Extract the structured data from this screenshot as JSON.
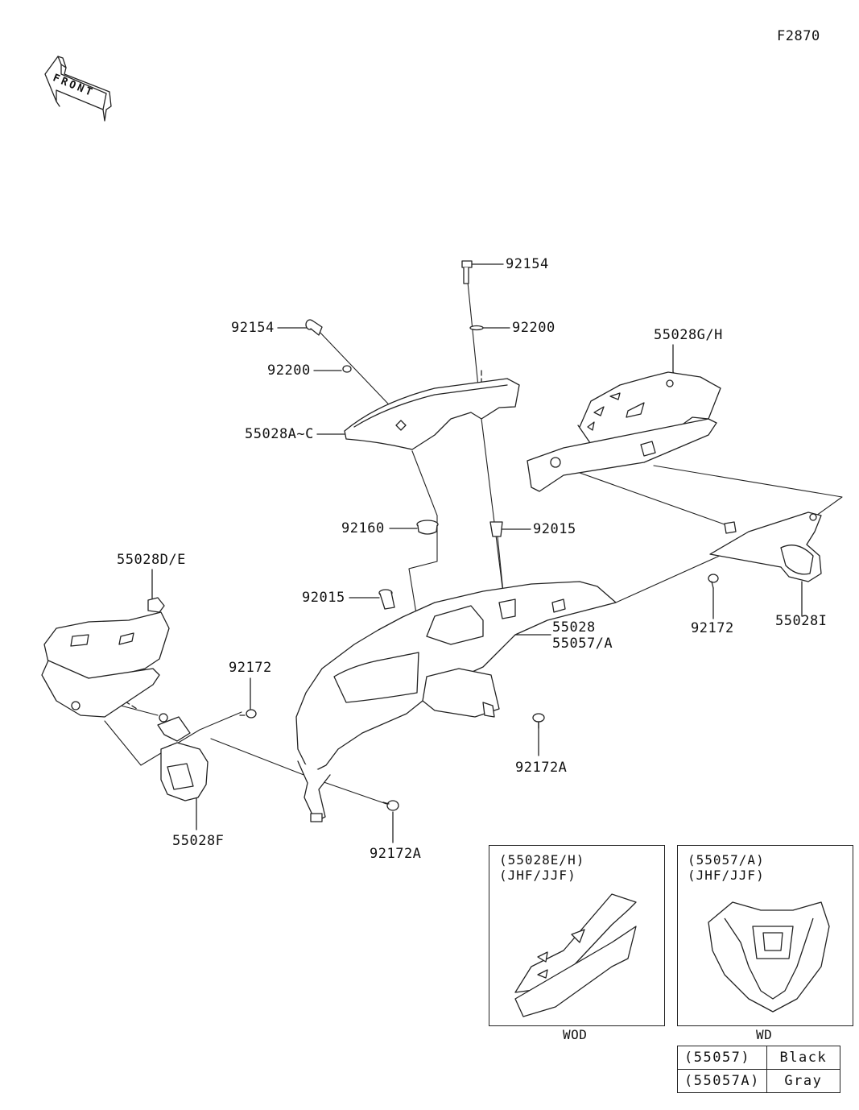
{
  "figure_id": "F2870",
  "front_arrow": "FRONT",
  "labels": {
    "p92154_top": "92154",
    "p92200_top": "92200",
    "p92154_left": "92154",
    "p92200_left": "92200",
    "p55028GH": "55028G/H",
    "p55028AC": "55028A~C",
    "p92160": "92160",
    "p92015_right": "92015",
    "p55028DE": "55028D/E",
    "p92015_left": "92015",
    "p55028": "55028",
    "p55057A": "55057/A",
    "p92172_right": "92172",
    "p55028I": "55028I",
    "p92172_left": "92172",
    "p92172A_right": "92172A",
    "p55028F": "55028F",
    "p92172A_bottom": "92172A"
  },
  "insets": [
    {
      "title": "(55028E/H)\n(JHF/JJF)",
      "caption": "WOD"
    },
    {
      "title": "(55057/A)\n(JHF/JJF)",
      "caption": "WD"
    }
  ],
  "color_table": [
    {
      "part": "(55057)",
      "color": "Black"
    },
    {
      "part": "(55057A)",
      "color": "Gray"
    }
  ]
}
